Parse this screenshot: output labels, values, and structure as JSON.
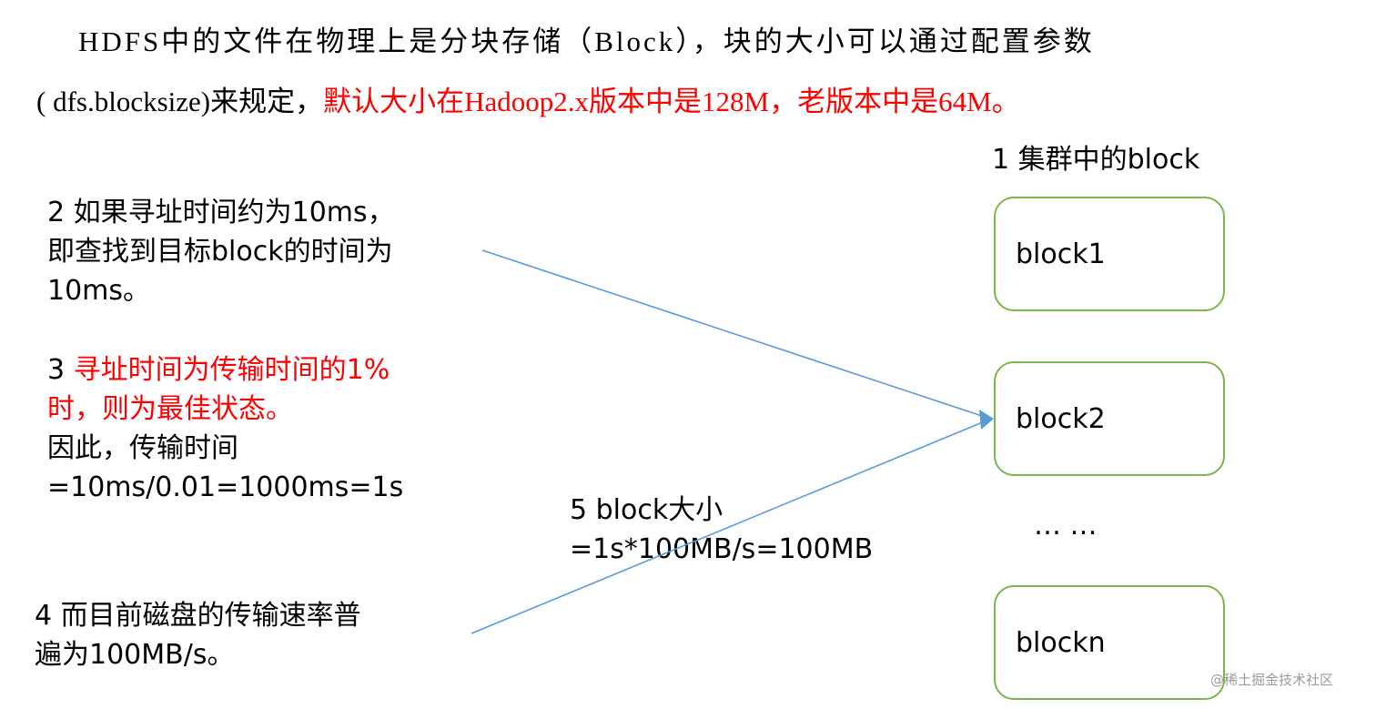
{
  "intro": {
    "line1": "HDFS中的文件在物理上是分块存储（Block），块的大小可以通过配置参数",
    "line2_plain": "( dfs.blocksize)来规定，",
    "line2_red": "默认大小在Hadoop2.x版本中是128M，老版本中是64M。"
  },
  "cluster": {
    "title": "1 集群中的block",
    "blocks": [
      "block1",
      "block2",
      "blockn"
    ],
    "ellipsis": "… …"
  },
  "notes": {
    "seek": [
      "2 如果寻址时间约为10ms，",
      "即查找到目标block的时间为",
      "10ms。"
    ],
    "ratio_prefix": "3 ",
    "ratio_red_line1": "寻址时间为传输时间的1%",
    "ratio_red_line2": "时，则为最佳状态。",
    "ratio_line3": "因此，传输时间",
    "ratio_line4": "=10ms/0.01=1000ms=1s",
    "disk": [
      "4 而目前磁盘的传输速率普",
      "遍为100MB/s。"
    ],
    "size": [
      "5 block大小",
      "=1s*100MB/s=100MB"
    ]
  },
  "watermark": "@稀土掘金技术社区",
  "colors": {
    "highlight": "#ff0000",
    "block_border": "#7ab648",
    "arrow": "#5b9bd5"
  }
}
